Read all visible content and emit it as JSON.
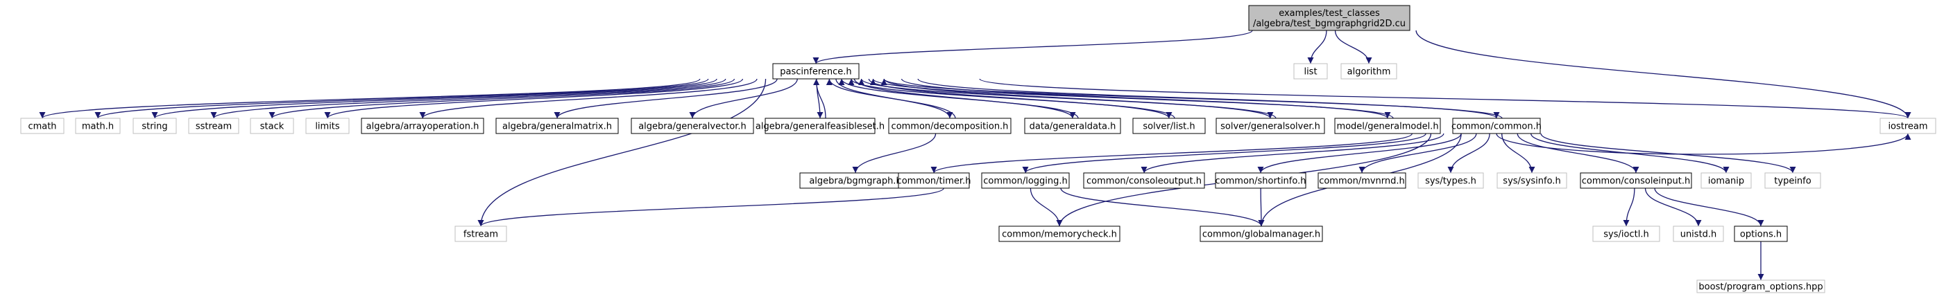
{
  "colors": {
    "edge": "#191970",
    "root_fill": "#bfbfbf",
    "node_border": "#000000",
    "external_border": "#bfbfbf"
  },
  "graph": {
    "nodes": [
      {
        "id": "root",
        "label": "examples/test_classes\n/algebra/test_bgmgraphgrid2D.cu",
        "kind": "root"
      },
      {
        "id": "pasc",
        "label": "pascinference.h",
        "kind": "local"
      },
      {
        "id": "list",
        "label": "list",
        "kind": "external"
      },
      {
        "id": "algorithm",
        "label": "algorithm",
        "kind": "external"
      },
      {
        "id": "iostream",
        "label": "iostream",
        "kind": "external"
      },
      {
        "id": "cmath",
        "label": "cmath",
        "kind": "external"
      },
      {
        "id": "mathh",
        "label": "math.h",
        "kind": "external"
      },
      {
        "id": "string",
        "label": "string",
        "kind": "external"
      },
      {
        "id": "sstream",
        "label": "sstream",
        "kind": "external"
      },
      {
        "id": "stack",
        "label": "stack",
        "kind": "external"
      },
      {
        "id": "limits",
        "label": "limits",
        "kind": "external"
      },
      {
        "id": "arrayop",
        "label": "algebra/arrayoperation.h",
        "kind": "local"
      },
      {
        "id": "genmatrix",
        "label": "algebra/generalmatrix.h",
        "kind": "local"
      },
      {
        "id": "genvector",
        "label": "algebra/generalvector.h",
        "kind": "local"
      },
      {
        "id": "genfeas",
        "label": "algebra/generalfeasibleset.h",
        "kind": "local"
      },
      {
        "id": "decomp",
        "label": "common/decomposition.h",
        "kind": "local"
      },
      {
        "id": "gendata",
        "label": "data/generaldata.h",
        "kind": "local"
      },
      {
        "id": "solverlist",
        "label": "solver/list.h",
        "kind": "local"
      },
      {
        "id": "gensolver",
        "label": "solver/generalsolver.h",
        "kind": "local"
      },
      {
        "id": "genmodel",
        "label": "model/generalmodel.h",
        "kind": "local"
      },
      {
        "id": "common",
        "label": "common/common.h",
        "kind": "local"
      },
      {
        "id": "bgmgraph",
        "label": "algebra/bgmgraph.h",
        "kind": "local"
      },
      {
        "id": "timer",
        "label": "common/timer.h",
        "kind": "local"
      },
      {
        "id": "logging",
        "label": "common/logging.h",
        "kind": "local"
      },
      {
        "id": "consoleout",
        "label": "common/consoleoutput.h",
        "kind": "local"
      },
      {
        "id": "shortinfo",
        "label": "common/shortinfo.h",
        "kind": "local"
      },
      {
        "id": "mvnrnd",
        "label": "common/mvnrnd.h",
        "kind": "local"
      },
      {
        "id": "systypes",
        "label": "sys/types.h",
        "kind": "external"
      },
      {
        "id": "syssysinfo",
        "label": "sys/sysinfo.h",
        "kind": "external"
      },
      {
        "id": "consolein",
        "label": "common/consoleinput.h",
        "kind": "local"
      },
      {
        "id": "iomanip",
        "label": "iomanip",
        "kind": "external"
      },
      {
        "id": "typeinfo",
        "label": "typeinfo",
        "kind": "external"
      },
      {
        "id": "fstream",
        "label": "fstream",
        "kind": "external"
      },
      {
        "id": "memcheck",
        "label": "common/memorycheck.h",
        "kind": "local"
      },
      {
        "id": "globalmgr",
        "label": "common/globalmanager.h",
        "kind": "local"
      },
      {
        "id": "sysioctl",
        "label": "sys/ioctl.h",
        "kind": "external"
      },
      {
        "id": "unistd",
        "label": "unistd.h",
        "kind": "external"
      },
      {
        "id": "options",
        "label": "options.h",
        "kind": "local"
      },
      {
        "id": "boostpo",
        "label": "boost/program_options.hpp",
        "kind": "external"
      }
    ],
    "edges": [
      [
        "root",
        "pasc"
      ],
      [
        "root",
        "list"
      ],
      [
        "root",
        "algorithm"
      ],
      [
        "root",
        "iostream"
      ],
      [
        "pasc",
        "cmath"
      ],
      [
        "pasc",
        "mathh"
      ],
      [
        "pasc",
        "string"
      ],
      [
        "pasc",
        "sstream"
      ],
      [
        "pasc",
        "stack"
      ],
      [
        "pasc",
        "limits"
      ],
      [
        "pasc",
        "arrayop"
      ],
      [
        "pasc",
        "genmatrix"
      ],
      [
        "pasc",
        "genvector"
      ],
      [
        "pasc",
        "genfeas"
      ],
      [
        "pasc",
        "decomp"
      ],
      [
        "pasc",
        "gendata"
      ],
      [
        "pasc",
        "solverlist"
      ],
      [
        "pasc",
        "gensolver"
      ],
      [
        "pasc",
        "genmodel"
      ],
      [
        "pasc",
        "common"
      ],
      [
        "pasc",
        "iostream"
      ],
      [
        "pasc",
        "fstream"
      ],
      [
        "genfeas",
        "pasc"
      ],
      [
        "decomp",
        "pasc"
      ],
      [
        "gendata",
        "pasc"
      ],
      [
        "solverlist",
        "pasc"
      ],
      [
        "gensolver",
        "pasc"
      ],
      [
        "genmodel",
        "pasc"
      ],
      [
        "common",
        "pasc"
      ],
      [
        "decomp",
        "bgmgraph"
      ],
      [
        "common",
        "timer"
      ],
      [
        "common",
        "logging"
      ],
      [
        "common",
        "consoleout"
      ],
      [
        "common",
        "shortinfo"
      ],
      [
        "common",
        "mvnrnd"
      ],
      [
        "common",
        "systypes"
      ],
      [
        "common",
        "syssysinfo"
      ],
      [
        "common",
        "consolein"
      ],
      [
        "common",
        "iomanip"
      ],
      [
        "common",
        "typeinfo"
      ],
      [
        "common",
        "iostream"
      ],
      [
        "common",
        "memcheck"
      ],
      [
        "common",
        "globalmgr"
      ],
      [
        "logging",
        "fstream"
      ],
      [
        "logging",
        "memcheck"
      ],
      [
        "logging",
        "globalmgr"
      ],
      [
        "shortinfo",
        "globalmgr"
      ],
      [
        "consolein",
        "sysioctl"
      ],
      [
        "consolein",
        "unistd"
      ],
      [
        "consolein",
        "options"
      ],
      [
        "options",
        "boostpo"
      ]
    ]
  }
}
